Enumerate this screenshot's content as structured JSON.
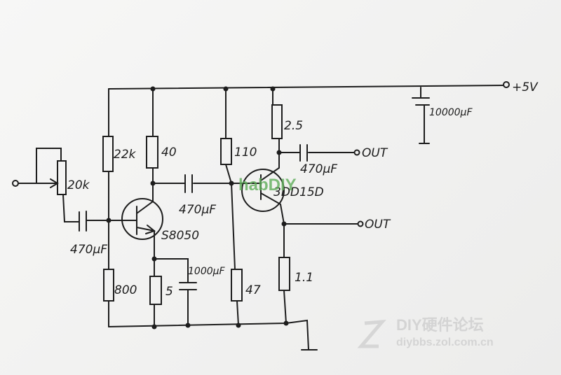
{
  "supply": {
    "label": "+5V"
  },
  "components": {
    "pot": "20k",
    "r_bias_top": "22k",
    "r_bias_bottom": "800",
    "c_in": "470μF",
    "q1": "S8050",
    "r_collector1": "40",
    "r_emitter1": "5",
    "c_emitter1": "1000μF",
    "c_coupling": "470μF",
    "r_110": "110",
    "r_47": "47",
    "q2": "3DD15D",
    "r_collector2": "2.5",
    "c_out": "470μF",
    "r_emitter2": "1.1",
    "c_supply": "10000μF"
  },
  "outputs": {
    "out1": "OUT",
    "out2": "OUT"
  },
  "watermarks": {
    "brand": "habDIY",
    "forum": "DIY硬件论坛",
    "url": "diybbs.zol.com.cn"
  }
}
